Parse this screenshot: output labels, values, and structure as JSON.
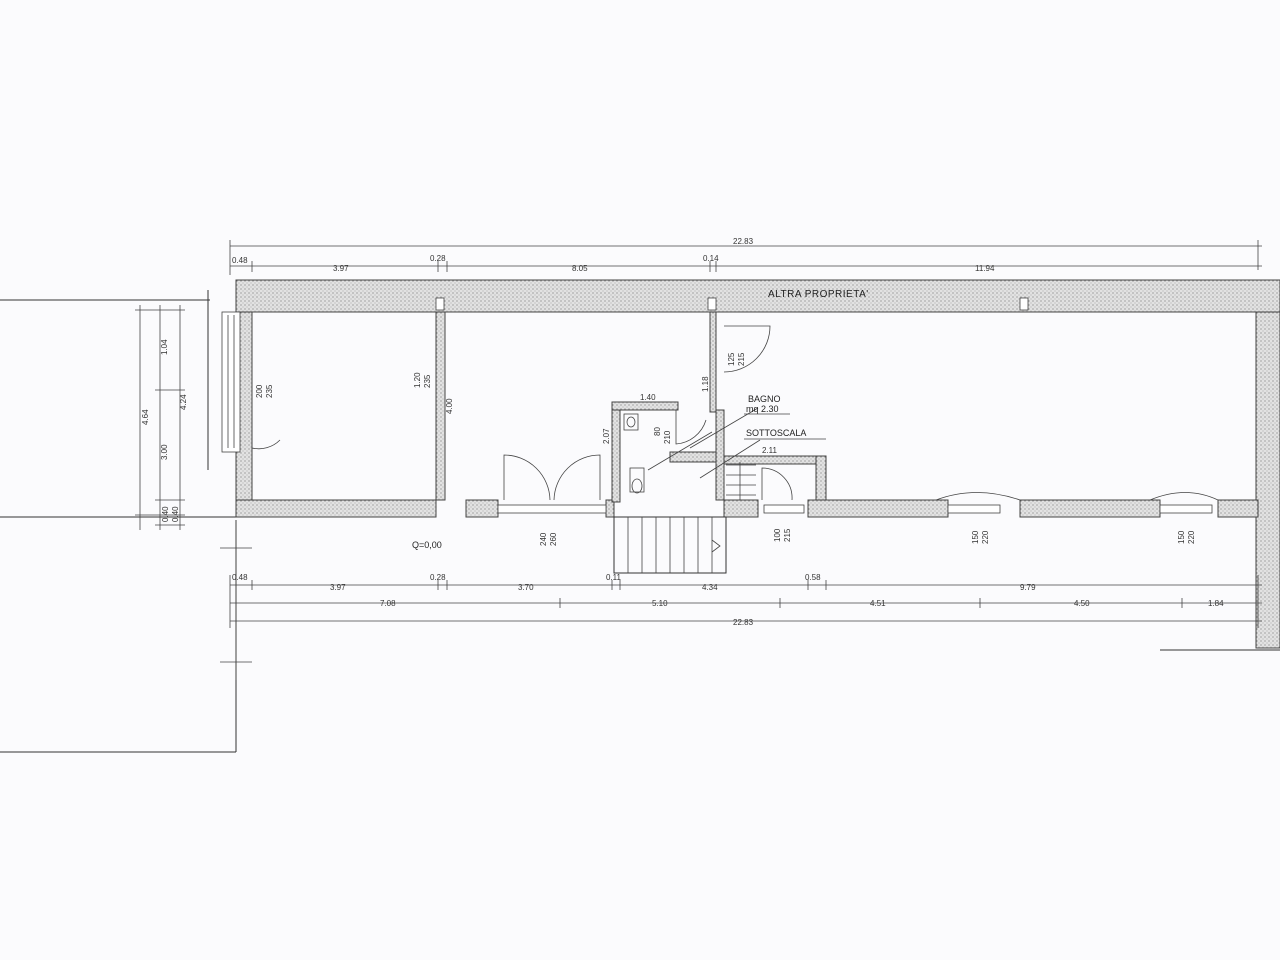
{
  "labels": {
    "altra_proprieta": "ALTRA PROPRIETA'",
    "bagno": "BAGNO",
    "bagno_area": "mq 2.30",
    "sottoscala": "SOTTOSCALA",
    "quota": "Q=0,00"
  },
  "dims_top": {
    "total": "22.83",
    "seg1": "0.48",
    "seg2": "3.97",
    "seg3": "0.28",
    "seg4": "8.05",
    "seg5": "0.14",
    "seg6": "11.94"
  },
  "dims_bottom": {
    "row1": [
      "0.48",
      "3.97",
      "0.28",
      "3.70",
      "0.11",
      "4.34",
      "0.58",
      "9.79"
    ],
    "row2": [
      "7.08",
      "5.10",
      "4.51",
      "4.50",
      "1.84"
    ],
    "total": "22.83"
  },
  "dims_left": {
    "a": "4.64",
    "b": "4.24",
    "c": "1.04",
    "d": "3.00",
    "e": "0.40",
    "f": "0.40"
  },
  "openings": {
    "o1": [
      "200",
      "235"
    ],
    "o2": [
      "1.20",
      "235"
    ],
    "o3": [
      "4.00"
    ],
    "o4": [
      "125",
      "215"
    ],
    "o5": [
      "1.18"
    ],
    "o6": [
      "1.40"
    ],
    "o7": [
      "80",
      "210"
    ],
    "o8": [
      "2.07"
    ],
    "o9": [
      "2.11"
    ],
    "o10": [
      "240",
      "260"
    ],
    "o11": [
      "100",
      "215"
    ],
    "o12": [
      "150",
      "220"
    ],
    "o13": [
      "150",
      "220"
    ]
  }
}
